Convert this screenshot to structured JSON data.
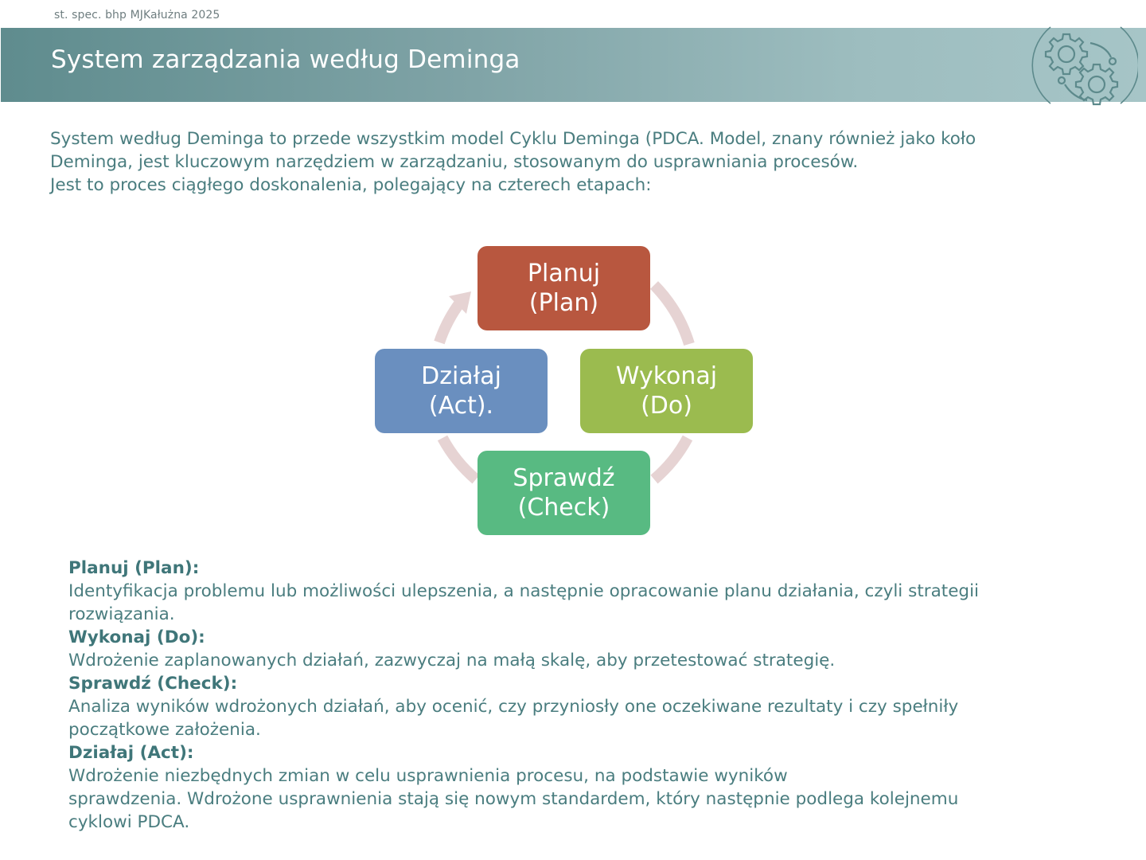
{
  "footer_note": "st. spec. bhp MJKałużna 2025",
  "header": {
    "title": "System zarządzania według Deminga",
    "emblem_icon": "gears-icon",
    "colors": {
      "gradient_start": "#5f8c8e",
      "gradient_end": "#a6c5c7"
    }
  },
  "intro": {
    "lines": [
      "System według Deminga to przede wszystkim model Cyklu Deminga (PDCA. Model, znany również jako koło",
      "Deminga, jest kluczowym narzędziem w zarządzaniu, stosowanym do usprawniania procesów.",
      "Jest to proces ciągłego doskonalenia, polegający na czterech etapach:"
    ]
  },
  "cycle": {
    "stages": [
      {
        "id": "plan",
        "line1": "Planuj",
        "line2": "(Plan)",
        "color": "#b8573f"
      },
      {
        "id": "do",
        "line1": "Wykonaj",
        "line2": "(Do)",
        "color": "#9bbb4f"
      },
      {
        "id": "check",
        "line1": "Sprawdź",
        "line2": "(Check)",
        "color": "#58ba82"
      },
      {
        "id": "act",
        "line1": "Działaj",
        "line2": "(Act).",
        "color": "#6a8fbf"
      }
    ],
    "arrow_color": "#e6d3d3"
  },
  "details": [
    {
      "heading": "Planuj (Plan):",
      "lines": [
        "Identyfikacja problemu lub możliwości ulepszenia, a następnie opracowanie planu działania, czyli strategii",
        "rozwiązania."
      ]
    },
    {
      "heading": "Wykonaj (Do):",
      "lines": [
        "Wdrożenie zaplanowanych działań, zazwyczaj na małą skalę, aby przetestować strategię."
      ]
    },
    {
      "heading": "Sprawdź (Check):",
      "lines": [
        "Analiza wyników wdrożonych działań, aby ocenić, czy przyniosły one oczekiwane rezultaty i czy spełniły",
        "początkowe założenia."
      ]
    },
    {
      "heading": "Działaj (Act):",
      "lines": [
        "Wdrożenie niezbędnych zmian w celu usprawnienia procesu, na podstawie wyników",
        "sprawdzenia. Wdrożone usprawnienia stają się nowym standardem, który następnie podlega kolejnemu",
        "cyklowi PDCA."
      ]
    }
  ]
}
